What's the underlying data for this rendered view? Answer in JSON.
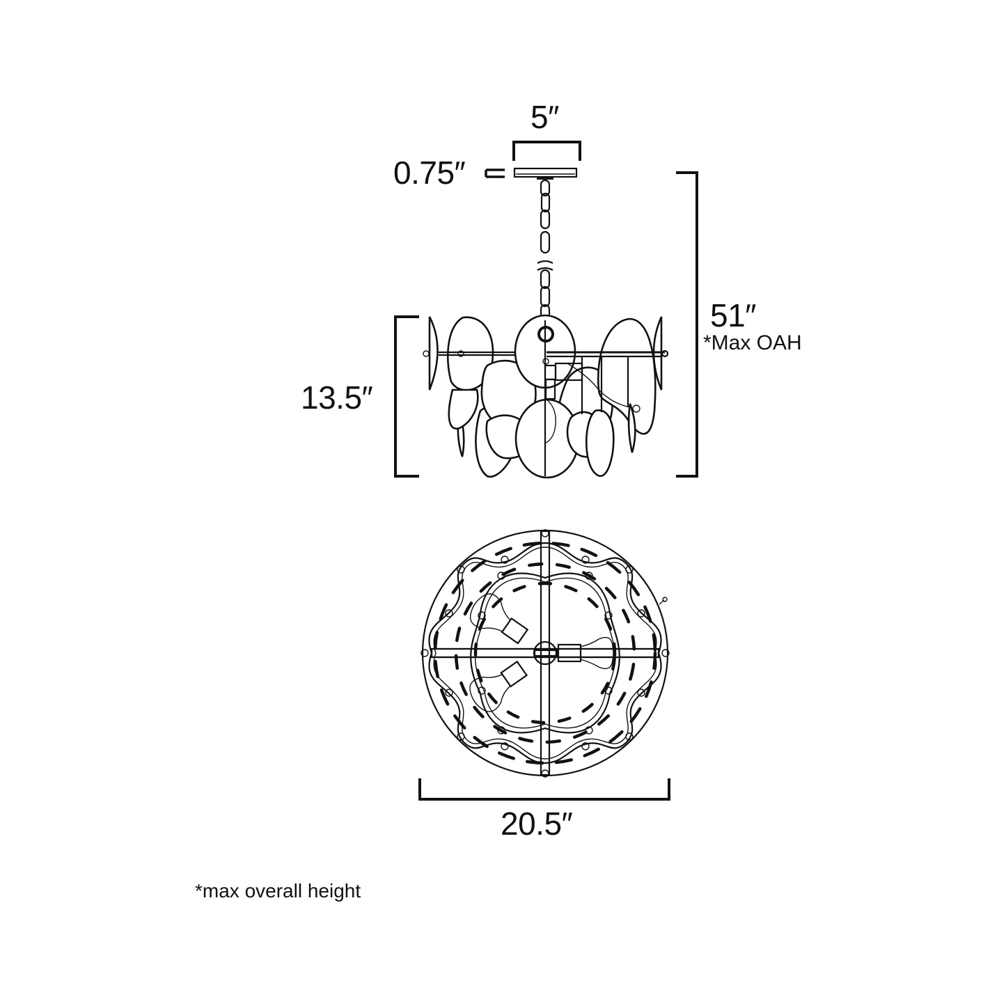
{
  "diagram": {
    "type": "product-dimension-drawing",
    "subject": "pendant chandelier with glass disc shades",
    "views": [
      {
        "name": "side-elevation",
        "label": "side view"
      },
      {
        "name": "top-plan",
        "label": "top view"
      }
    ]
  },
  "dimensions": {
    "canopy_width": {
      "value": "5″",
      "measures": "canopy diameter"
    },
    "canopy_height": {
      "value": "0.75″",
      "measures": "canopy thickness"
    },
    "fixture_height": {
      "value": "13.5″",
      "measures": "body height"
    },
    "overall_height": {
      "value": "51″",
      "note": "*Max OAH",
      "measures": "max overall height"
    },
    "fixture_diameter": {
      "value": "20.5″",
      "measures": "fixture width"
    }
  },
  "footnote": "*max overall height",
  "colors": {
    "line": "#111111",
    "background": "#ffffff"
  }
}
